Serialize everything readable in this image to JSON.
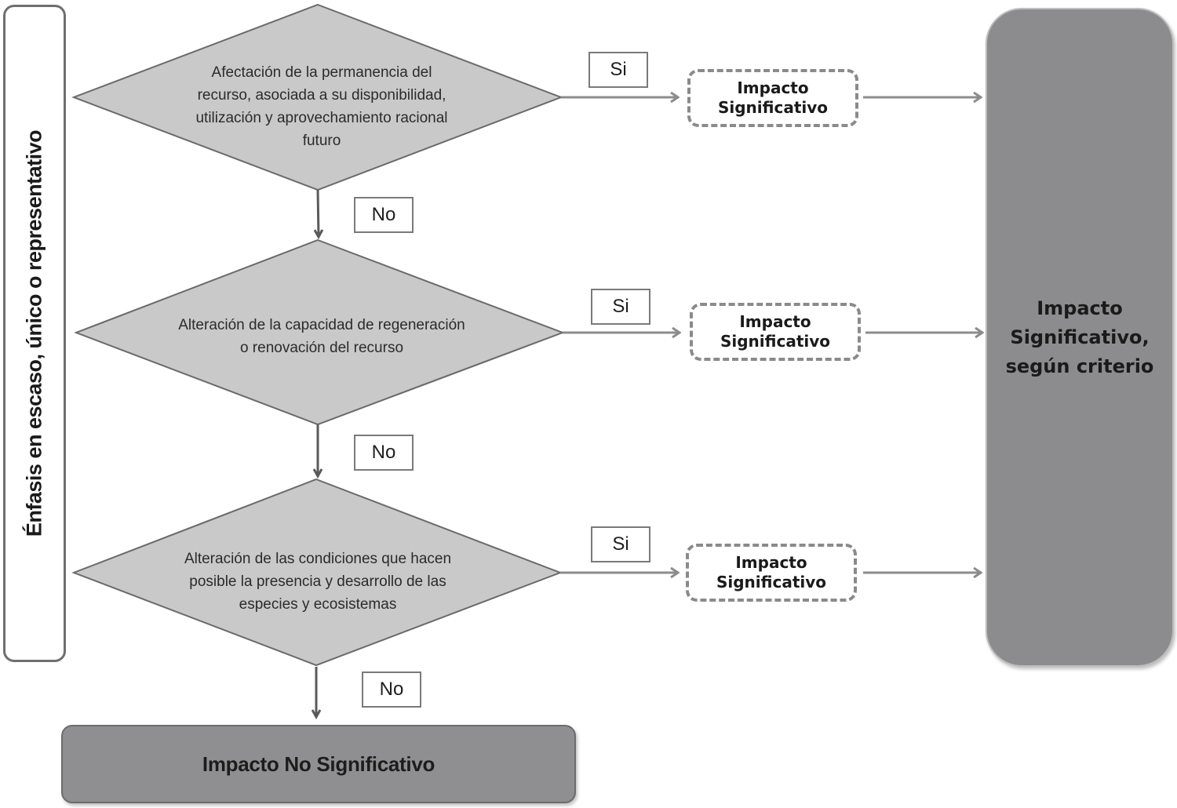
{
  "side_label": "Énfasis en escaso, único o representativo",
  "decisions": [
    {
      "lines": [
        "Afectación de la permanencia del",
        "recurso, asociada a su disponibilidad,",
        "utilización y aprovechamiento racional",
        "futuro"
      ],
      "yes_label": "Si",
      "no_label": "No",
      "result": [
        "Impacto",
        "Significativo"
      ]
    },
    {
      "lines": [
        "Alteración de la capacidad de regeneración",
        "o renovación del recurso"
      ],
      "yes_label": "Si",
      "no_label": "No",
      "result": [
        "Impacto",
        "Significativo"
      ]
    },
    {
      "lines": [
        "Alteración de las condiciones que hacen",
        "posible la presencia y desarrollo de las",
        "especies y ecosistemas"
      ],
      "yes_label": "Si",
      "no_label": "No",
      "result": [
        "Impacto",
        "Significativo"
      ]
    }
  ],
  "final_significant": [
    "Impacto",
    "Significativo,",
    "según criterio"
  ],
  "final_not_significant": "Impacto No Significativo",
  "colors": {
    "diamond_fill": "#c9c9c9",
    "diamond_stroke": "#6a6a6a",
    "arrow": "#8c8c8c",
    "down_arrow": "#5a5a5a",
    "terminal_fill": "#8c8c8e"
  }
}
